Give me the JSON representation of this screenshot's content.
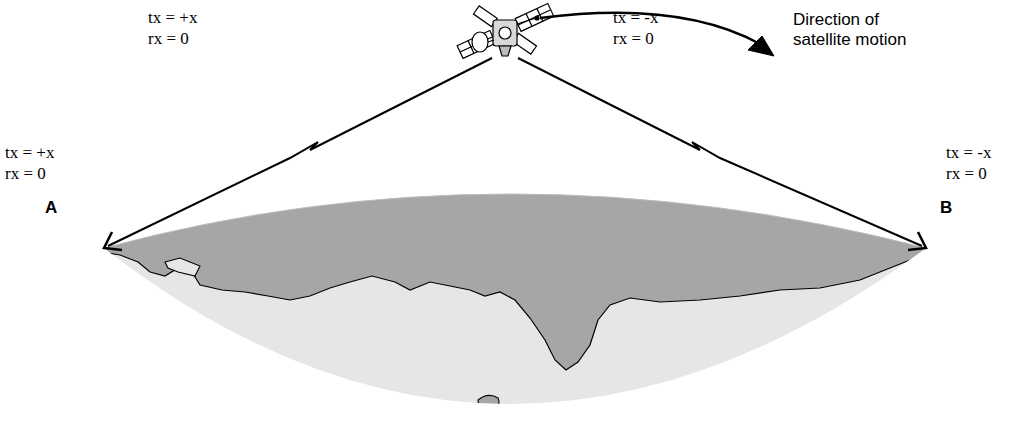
{
  "diagram": {
    "labels": [
      "tx = +x",
      "rx = 0",
      "tx = -x",
      "rx = 0",
      "Direction of satellite motion",
      "tx = +x",
      "rx = 0",
      "A",
      "tx = -x",
      "rx = 0",
      "B"
    ]
  }
}
